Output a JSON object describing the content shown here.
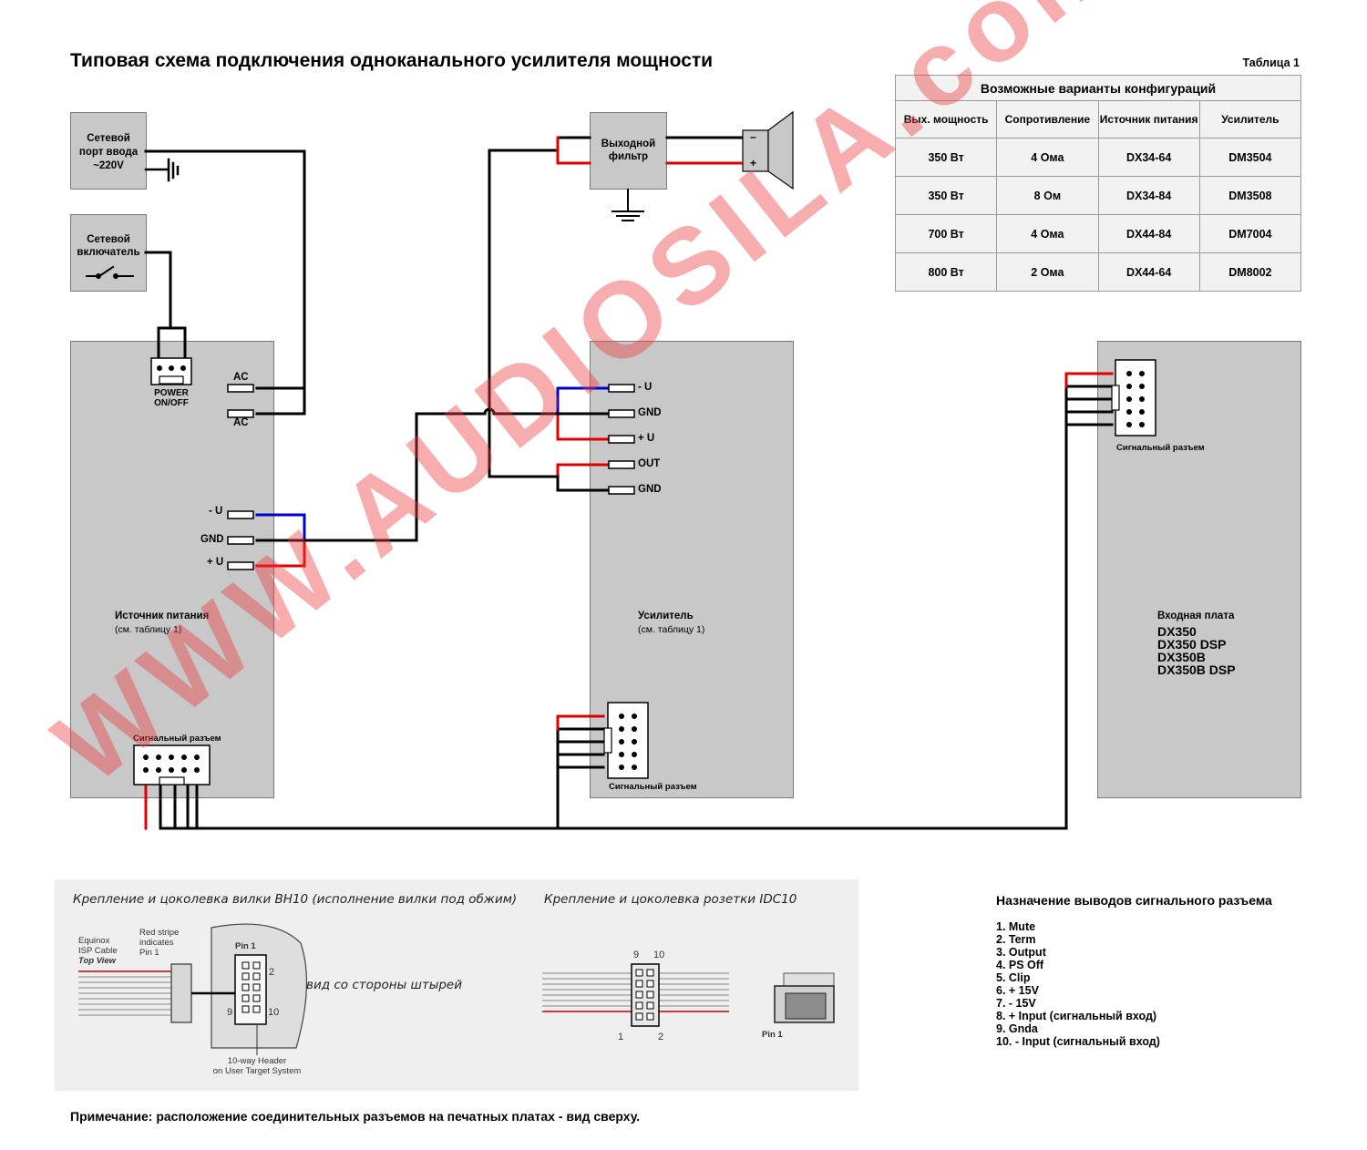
{
  "title": "Типовая схема подключения одноканального усилителя мощности",
  "table": {
    "caption": "Таблица 1",
    "heading": "Возможные варианты конфигураций",
    "columns": [
      "Вых. мощность",
      "Сопротивление",
      "Источник питания",
      "Усилитель"
    ],
    "rows": [
      [
        "350 Вт",
        "4 Ома",
        "DX34-64",
        "DM3504"
      ],
      [
        "350 Вт",
        "8 Ом",
        "DX34-84",
        "DM3508"
      ],
      [
        "700 Вт",
        "4 Ома",
        "DX44-84",
        "DM7004"
      ],
      [
        "800 Вт",
        "2 Ома",
        "DX44-64",
        "DM8002"
      ]
    ]
  },
  "blocks": {
    "mains_input": [
      "Сетевой",
      "порт ввода",
      "~220V"
    ],
    "mains_switch": [
      "Сетевой",
      "включатель"
    ],
    "output_filter": [
      "Выходной",
      "фильтр"
    ],
    "psu": {
      "power_switch": [
        "POWER",
        "ON/OFF"
      ],
      "ac_top": "AC",
      "ac_bottom": "AC",
      "minus_u": "- U",
      "gnd": "GND",
      "plus_u": "+ U",
      "name": "Источник питания",
      "note": "(см. таблицу 1)",
      "signal_connector": "Сигнальный разъем"
    },
    "amp": {
      "minus_u": "- U",
      "gnd1": "GND",
      "plus_u": "+ U",
      "out": "OUT",
      "gnd2": "GND",
      "name": "Усилитель",
      "note": "(см. таблицу 1)",
      "signal_connector": "Сигнальный разъем"
    },
    "input_board": {
      "signal_connector": "Сигнальный разъем",
      "name": "Входная плата",
      "models": [
        "DX350",
        "DX350 DSP",
        "DX350B",
        "DX350B DSP"
      ]
    },
    "speaker": {
      "minus": "–",
      "plus": "+"
    }
  },
  "bottom": {
    "left_heading": "Крепление и цоколевка вилки BH10 (исполнение вилки под обжим)",
    "cable_label": [
      "Equinox",
      "ISP Cable",
      "Top View"
    ],
    "stripe_label": [
      "Red stripe",
      "indicates",
      "Pin 1"
    ],
    "pin1": "Pin 1",
    "pin_2": "2",
    "pin_9": "9",
    "pin_10": "10",
    "header_label": [
      "10-way Header",
      "on User Target System"
    ],
    "pins_side": "вид со стороны штырей",
    "right_heading": "Крепление и цоколевка розетки IDC10",
    "idc_9": "9",
    "idc_10": "10",
    "idc_1": "1",
    "idc_2": "2",
    "idc_pin1": "Pin 1"
  },
  "pinout": {
    "heading": "Назначение выводов сигнального разъема",
    "items": [
      "1. Mute",
      "2. Term",
      "3. Output",
      "4. PS Off",
      "5. Clip",
      "6. + 15V",
      "7. - 15V",
      "8. + Input (сигнальный вход)",
      "9. Gnda",
      "10. - Input (сигнальный вход)"
    ]
  },
  "note": "Примечание: расположение соединительных разъемов на печатных платах - вид сверху.",
  "watermark": "WWW.AUDIOSILA.com",
  "colors": {
    "box": "#c8c8c8",
    "wire_pos": "#e00000",
    "wire_neg": "#0000d0",
    "wire": "#000000",
    "watermark": "#eb3c3c"
  }
}
